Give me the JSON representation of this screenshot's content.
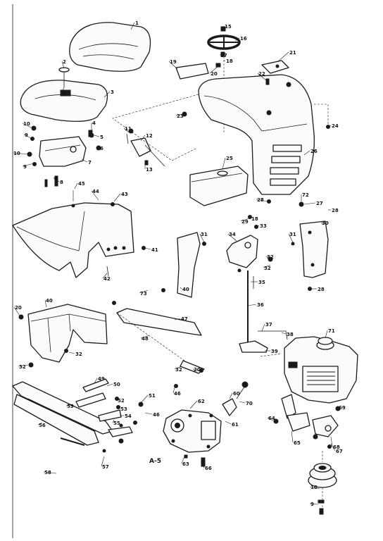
{
  "diagram": {
    "page_code": "A-5",
    "callouts": [
      {
        "n": "1"
      },
      {
        "n": "2"
      },
      {
        "n": "2"
      },
      {
        "n": "3"
      },
      {
        "n": "4"
      },
      {
        "n": "5"
      },
      {
        "n": "6"
      },
      {
        "n": "7"
      },
      {
        "n": "8"
      },
      {
        "n": "9"
      },
      {
        "n": "10"
      },
      {
        "n": "9"
      },
      {
        "n": "10"
      },
      {
        "n": "9"
      },
      {
        "n": "11"
      },
      {
        "n": "12"
      },
      {
        "n": "13"
      },
      {
        "n": "15"
      },
      {
        "n": "16"
      },
      {
        "n": "17"
      },
      {
        "n": "18"
      },
      {
        "n": "19"
      },
      {
        "n": "20"
      },
      {
        "n": "21"
      },
      {
        "n": "22"
      },
      {
        "n": "23"
      },
      {
        "n": "24"
      },
      {
        "n": "25"
      },
      {
        "n": "26"
      },
      {
        "n": "27"
      },
      {
        "n": "28"
      },
      {
        "n": "29"
      },
      {
        "n": "31"
      },
      {
        "n": "33"
      },
      {
        "n": "34"
      },
      {
        "n": "31"
      },
      {
        "n": "30"
      },
      {
        "n": "32"
      },
      {
        "n": "32"
      },
      {
        "n": "35"
      },
      {
        "n": "36"
      },
      {
        "n": "37"
      },
      {
        "n": "38"
      },
      {
        "n": "39"
      },
      {
        "n": "40"
      },
      {
        "n": "40"
      },
      {
        "n": "41"
      },
      {
        "n": "42"
      },
      {
        "n": "43"
      },
      {
        "n": "44"
      },
      {
        "n": "45"
      },
      {
        "n": "46"
      },
      {
        "n": "47"
      },
      {
        "n": "48"
      },
      {
        "n": "49"
      },
      {
        "n": "50"
      },
      {
        "n": "51"
      },
      {
        "n": "52"
      },
      {
        "n": "53"
      },
      {
        "n": "54"
      },
      {
        "n": "55"
      },
      {
        "n": "56"
      },
      {
        "n": "57"
      },
      {
        "n": "58"
      },
      {
        "n": "59"
      },
      {
        "n": "60"
      },
      {
        "n": "61"
      },
      {
        "n": "62"
      },
      {
        "n": "63"
      },
      {
        "n": "64"
      },
      {
        "n": "65"
      },
      {
        "n": "66"
      },
      {
        "n": "67"
      },
      {
        "n": "68"
      },
      {
        "n": "69"
      },
      {
        "n": "70"
      },
      {
        "n": "71"
      },
      {
        "n": "72"
      },
      {
        "n": "73"
      },
      {
        "n": "20"
      },
      {
        "n": "20"
      },
      {
        "n": "32"
      },
      {
        "n": "32"
      },
      {
        "n": "32"
      },
      {
        "n": "28"
      },
      {
        "n": "10"
      },
      {
        "n": "9"
      },
      {
        "n": "18"
      },
      {
        "n": "28"
      },
      {
        "n": "46"
      }
    ]
  }
}
